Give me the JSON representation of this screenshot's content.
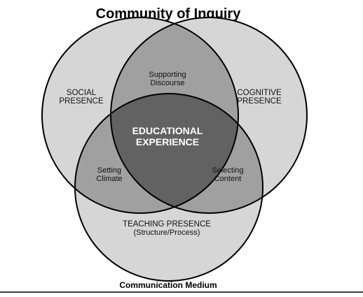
{
  "title": "Community of Inquiry",
  "footer": "Communication Medium",
  "circles": {
    "social": [
      "SOCIAL",
      "PRESENCE"
    ],
    "cognitive": [
      "COGNITIVE",
      "PRESENCE"
    ],
    "teaching": [
      "TEACHING PRESENCE",
      "(Structure/Process)"
    ]
  },
  "overlaps": {
    "social_cognitive": [
      "Supporting",
      "Discourse"
    ],
    "social_teaching": [
      "Setting",
      "Climate"
    ],
    "cognitive_teaching": [
      "Selecting",
      "Content"
    ],
    "center": [
      "EDUCATIONAL",
      "EXPERIENCE"
    ]
  },
  "colors": {
    "circle_fill": "#d6d6d6",
    "pair_overlap_fill": "#a0a0a0",
    "center_fill": "#626262",
    "outline": "#000000",
    "text": "#111111",
    "center_text": "#ffffff"
  }
}
